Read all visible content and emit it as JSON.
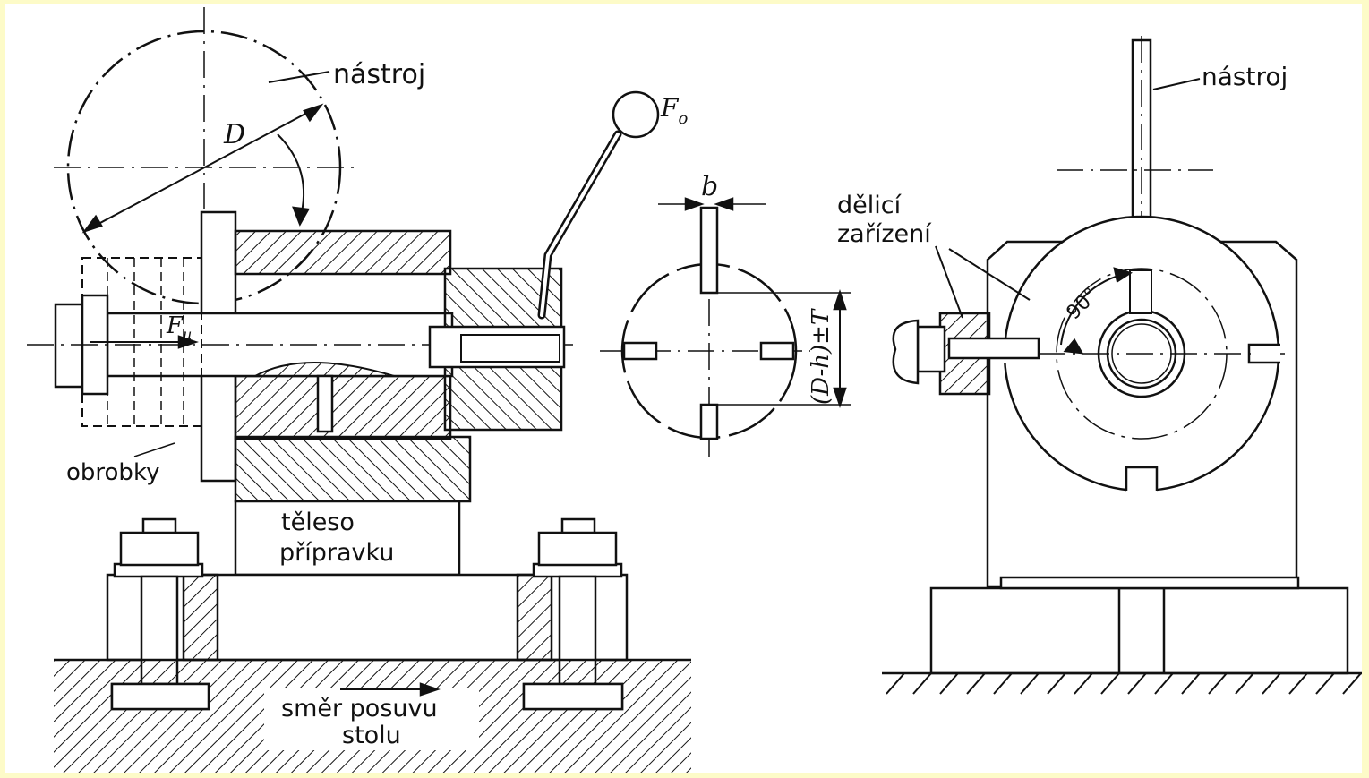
{
  "colors": {
    "background": "#fdfbc8",
    "paper": "#ffffff",
    "ink": "#111111"
  },
  "left_view": {
    "tool_label": "nástroj",
    "diameter_label": "D",
    "handle_force_label": "F",
    "handle_force_sub": "o",
    "axial_force_label": "F",
    "axial_force_sub": "u",
    "workpieces_label": "obrobky",
    "fixture_body_line1": "těleso",
    "fixture_body_line2": "přípravku",
    "feed_line1": "směr posuvu",
    "feed_line2": "stolu"
  },
  "detail_view": {
    "width_label": "b",
    "dimension_label": "(D-h)±T"
  },
  "right_view": {
    "tool_label": "nástroj",
    "indexing_line1": "dělicí",
    "indexing_line2": "zařízení",
    "angle_label": "90°"
  }
}
